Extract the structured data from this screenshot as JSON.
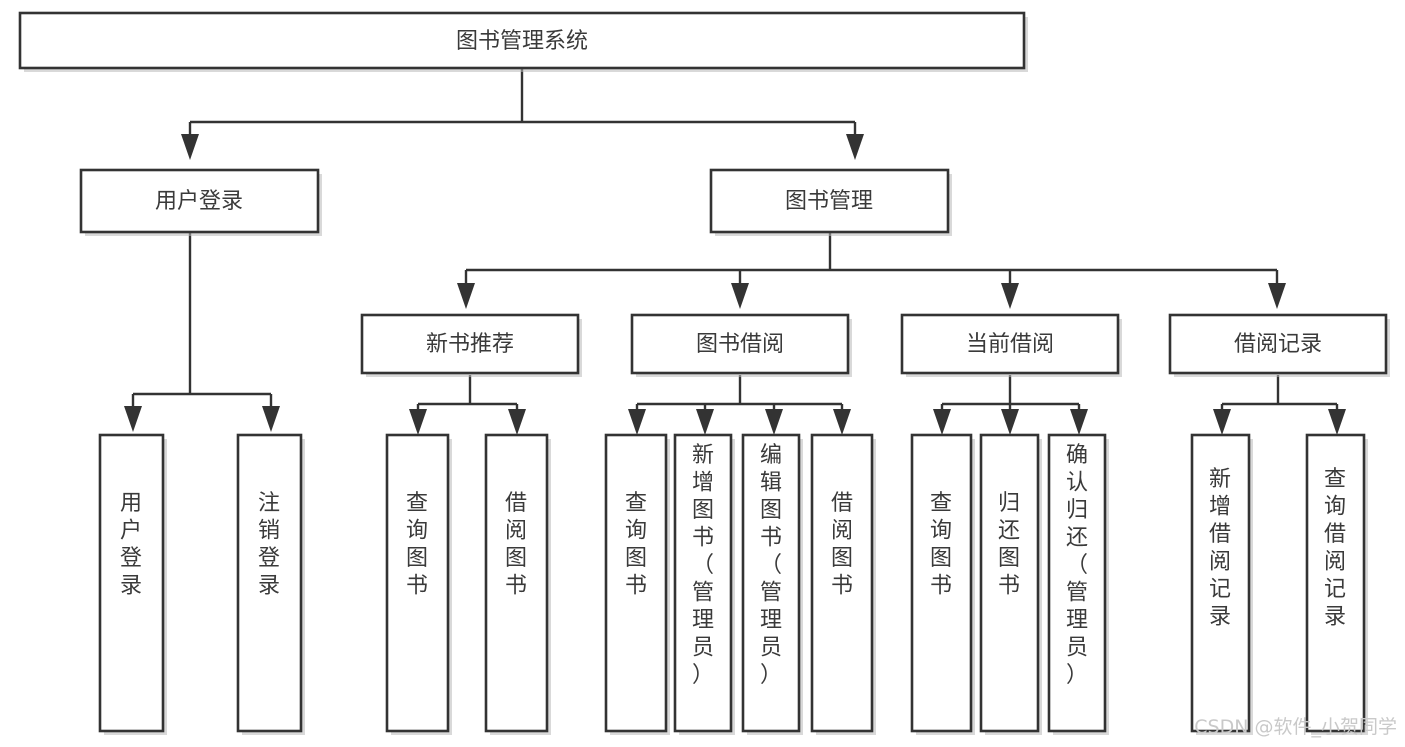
{
  "diagram": {
    "type": "tree-hierarchy-flowchart",
    "title": "图书管理系统",
    "orientation": "top-down",
    "levels": 4,
    "style": {
      "box_fill": "#ffffff",
      "box_stroke": "#333333",
      "connector_color": "#333333",
      "text_color": "#3a3a3a",
      "background": "#ffffff",
      "watermark_color": "#c9c9c9"
    },
    "root": {
      "id": "root",
      "label": "图书管理系统",
      "orientation": "horizontal"
    },
    "level2": [
      {
        "id": "user-login",
        "label": "用户登录",
        "orientation": "horizontal"
      },
      {
        "id": "book-management",
        "label": "图书管理",
        "orientation": "horizontal"
      }
    ],
    "level3": [
      {
        "id": "new-book-recommend",
        "label": "新书推荐",
        "parent": "book-management",
        "orientation": "horizontal"
      },
      {
        "id": "book-borrow",
        "label": "图书借阅",
        "parent": "book-management",
        "orientation": "horizontal"
      },
      {
        "id": "current-borrow",
        "label": "当前借阅",
        "parent": "book-management",
        "orientation": "horizontal"
      },
      {
        "id": "borrow-record",
        "label": "借阅记录",
        "parent": "book-management",
        "orientation": "horizontal"
      }
    ],
    "leaves": [
      {
        "id": "leaf-user-login",
        "label": "用户登录",
        "parent": "user-login",
        "orientation": "vertical"
      },
      {
        "id": "leaf-user-logout",
        "label": "注销登录",
        "parent": "user-login",
        "orientation": "vertical"
      },
      {
        "id": "leaf-query-book-1",
        "label": "查询图书",
        "parent": "new-book-recommend",
        "orientation": "vertical"
      },
      {
        "id": "leaf-borrow-book-1",
        "label": "借阅图书",
        "parent": "new-book-recommend",
        "orientation": "vertical"
      },
      {
        "id": "leaf-query-book-2",
        "label": "查询图书",
        "parent": "book-borrow",
        "orientation": "vertical"
      },
      {
        "id": "leaf-add-book",
        "label": "新增图书（管理员）",
        "parent": "book-borrow",
        "orientation": "vertical"
      },
      {
        "id": "leaf-edit-book",
        "label": "编辑图书（管理员）",
        "parent": "book-borrow",
        "orientation": "vertical"
      },
      {
        "id": "leaf-borrow-book-2",
        "label": "借阅图书",
        "parent": "book-borrow",
        "orientation": "vertical"
      },
      {
        "id": "leaf-query-book-3",
        "label": "查询图书",
        "parent": "current-borrow",
        "orientation": "vertical"
      },
      {
        "id": "leaf-return-book",
        "label": "归还图书",
        "parent": "current-borrow",
        "orientation": "vertical"
      },
      {
        "id": "leaf-confirm-return",
        "label": "确认归还（管理员）",
        "parent": "current-borrow",
        "orientation": "vertical"
      },
      {
        "id": "leaf-add-record",
        "label": "新增借阅记录",
        "parent": "borrow-record",
        "orientation": "vertical"
      },
      {
        "id": "leaf-query-record",
        "label": "查询借阅记录",
        "parent": "borrow-record",
        "orientation": "vertical"
      }
    ],
    "watermark": "CSDN @软件_小贺同学"
  }
}
